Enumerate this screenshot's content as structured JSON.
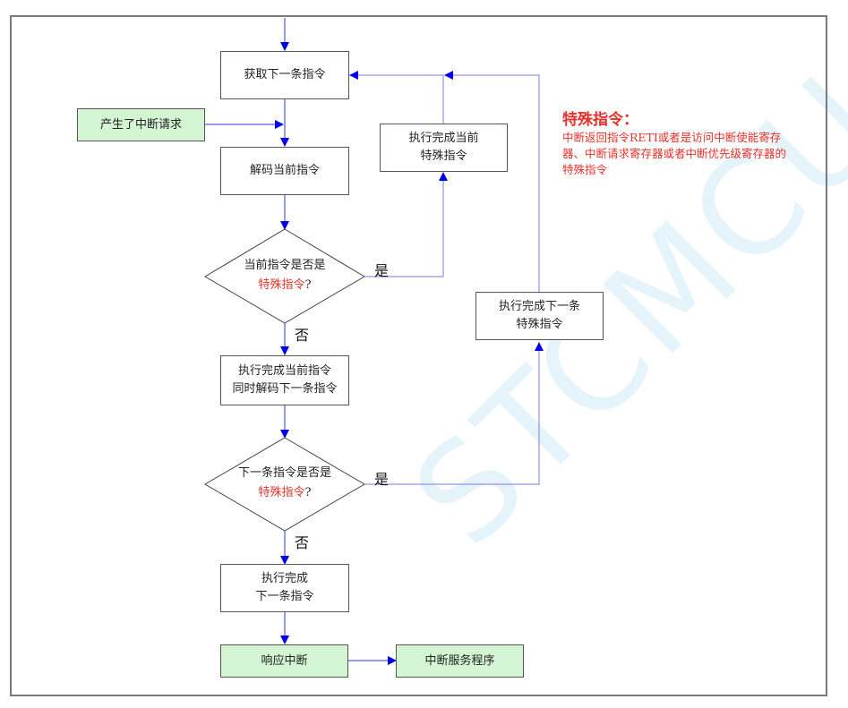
{
  "watermark": "STCMCU",
  "colors": {
    "line": "#2020e0",
    "connector": "#7a7ae8",
    "green_fill": "#d4f5d4",
    "note_red": "#e8302a"
  },
  "nodes": {
    "fetch": "获取下一条指令",
    "interrupt_request": "产生了中断请求",
    "decode": "解码当前指令",
    "decision_current_line1": "当前指令是否是",
    "decision_current_line2_red": "特殊指令",
    "decision_current_line2_tail": "?",
    "exec_current_special_line1": "执行完成当前",
    "exec_current_special_line2": "特殊指令",
    "exec_and_decode_line1": "执行完成当前指令",
    "exec_and_decode_line2": "同时解码下一条指令",
    "decision_next_line1": "下一条指令是否是",
    "decision_next_line2_red": "特殊指令",
    "decision_next_line2_tail": "?",
    "exec_next_special_line1": "执行完成下一条",
    "exec_next_special_line2": "特殊指令",
    "exec_next_line1": "执行完成",
    "exec_next_line2": "下一条指令",
    "respond_interrupt": "响应中断",
    "isr": "中断服务程序"
  },
  "edge_labels": {
    "yes1": "是",
    "no1": "否",
    "yes2": "是",
    "no2": "否"
  },
  "note": {
    "title": "特殊指令：",
    "body": "中断返回指令RETI或者是访问中断使能寄存器、中断请求寄存器或者中断优先级寄存器的特殊指令"
  }
}
